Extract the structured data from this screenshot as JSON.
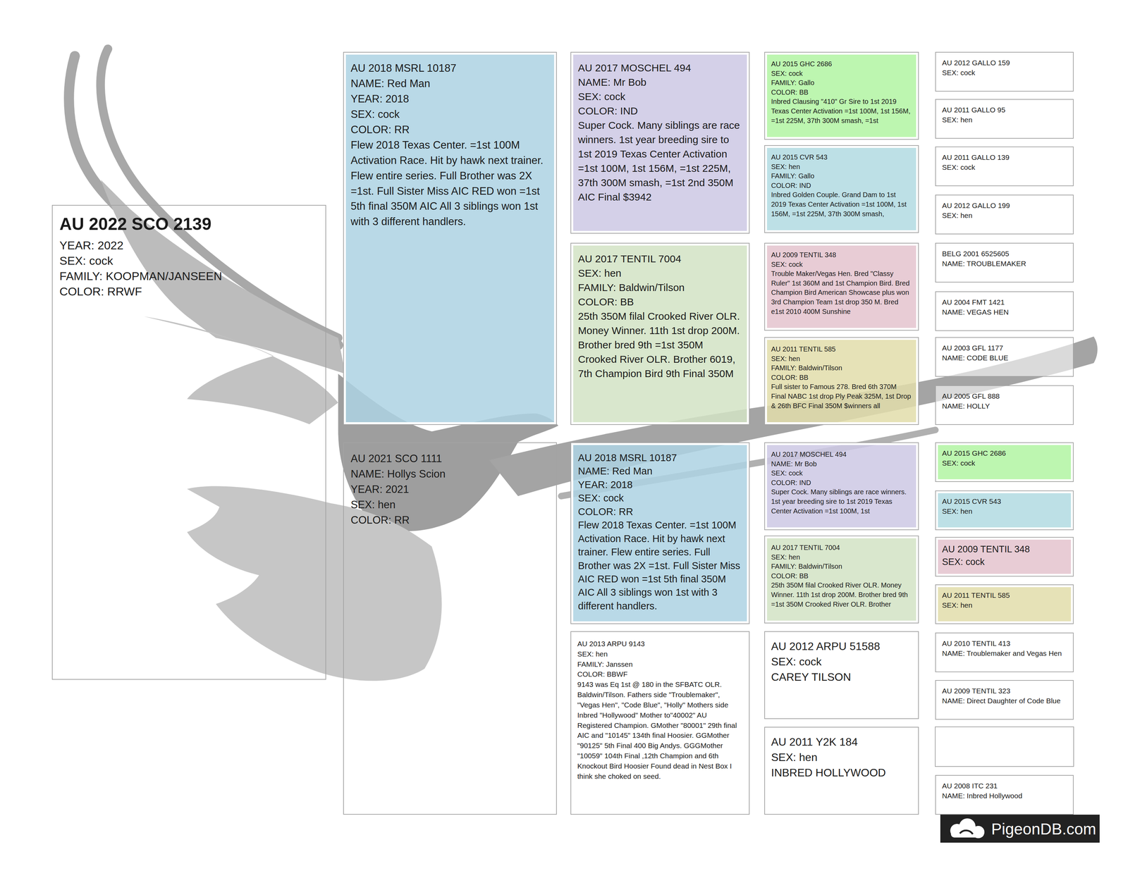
{
  "diagram": {
    "nodes": [
      {
        "text": [
          "AU 2022 SCO 2139",
          "YEAR: 2022",
          "SEX: cock",
          "FAMILY: KOOPMAN/JANSEEN",
          "COLOR: RRWF"
        ]
      },
      {
        "text": [
          "AU 2018 MSRL 10187",
          "NAME: Red Man",
          "YEAR: 2018",
          "SEX: cock",
          "COLOR: RR",
          "Flew 2018 Texas Center. =1st 100M Activation Race. Hit by hawk next trainer. Flew entire series. Full Brother was 2X =1st. Full Sister Miss AIC RED won =1st 5th final 350M AIC All 3 siblings won 1st with 3 different handlers."
        ]
      },
      {
        "text": [
          "AU 2021 SCO 1111",
          "NAME: Hollys Scion",
          "YEAR: 2021",
          "SEX: hen",
          "COLOR: RR"
        ]
      },
      {
        "text": [
          "AU 2017 MOSCHEL 494",
          "NAME: Mr Bob",
          "SEX: cock",
          "COLOR: IND",
          "Super Cock. Many siblings are race winners. 1st year breeding sire to 1st 2019 Texas Center Activation =1st 100M, 1st 156M, =1st 225M, 37th 300M smash, =1st 2nd 350M AIC Final $3942"
        ]
      },
      {
        "text": [
          "AU 2017 TENTIL 7004",
          "SEX: hen",
          "FAMILY: Baldwin/Tilson",
          "COLOR: BB",
          "25th 350M filal Crooked River OLR. Money Winner. 11th 1st drop 200M. Brother bred 9th =1st 350M Crooked River OLR. Brother 6019, 7th Champion Bird 9th Final 350M"
        ]
      },
      {
        "text": [
          "AU 2018 MSRL 10187",
          "NAME: Red Man",
          "YEAR: 2018",
          "SEX: cock",
          "COLOR: RR",
          "Flew 2018 Texas Center. =1st 100M Activation Race. Hit by hawk next trainer. Flew entire series. Full Brother was 2X =1st. Full Sister Miss AIC RED won =1st 5th final 350M AIC All 3 siblings won 1st with 3 different handlers."
        ]
      },
      {
        "text": [
          "AU 2013 ARPU 9143",
          "SEX: hen",
          "FAMILY: Janssen",
          "COLOR: BBWF",
          "9143 was Eq 1st @ 180 in the SFBATC OLR. Baldwin/Tilson. Fathers side \"Troublemaker\", \"Vegas Hen\", \"Code Blue\", \"Holly\" Mothers side Inbred \"Hollywood\" Mother to\"40002\" AU Registered Champion. GMother \"80001\" 29th final AIC and \"10145\" 134th final Hoosier. GGMother \"90125\" 5th Final 400 Big Andys. GGGMother \"10059\" 104th Final ,12th Champion and 6th Knockout Bird Hoosier Found dead in Nest Box I think she choked on seed."
        ]
      },
      {
        "text": [
          "AU 2015 GHC 2686",
          "SEX: cock",
          "FAMILY: Gallo",
          "COLOR: BB",
          "Inbred Clausing \"410\" Gr Sire to 1st 2019 Texas Center Activation =1st 100M, 1st 156M, =1st 225M, 37th 300M smash, =1st"
        ]
      },
      {
        "text": [
          "AU 2015 CVR 543",
          "SEX: hen",
          "FAMILY: Gallo",
          "COLOR: IND",
          "Inbred Golden Couple. Grand Dam to 1st 2019 Texas Center Activation =1st 100M, 1st 156M, =1st 225M, 37th 300M smash,"
        ]
      },
      {
        "text": [
          "AU 2009 TENTIL 348",
          "SEX: cock",
          "Trouble Maker/Vegas Hen. Bred \"Classy Ruler\" 1st 360M and 1st Champion Bird. Bred Champion Bird American Showcase plus won 3rd Champion Team 1st drop 350 M. Bred e1st 2010 400M Sunshine"
        ]
      },
      {
        "text": [
          "AU 2011 TENTIL 585",
          "SEX: hen",
          "FAMILY: Baldwin/Tilson",
          "COLOR: BB",
          "Full sister to Famous 278. Bred 6th 370M Final NABC 1st drop Ply Peak 325M, 1st Drop & 26th BFC Final 350M $winners all"
        ]
      },
      {
        "text": [
          "AU 2017 MOSCHEL 494",
          "NAME: Mr Bob",
          "SEX: cock",
          "COLOR: IND",
          "Super Cock. Many siblings are race winners. 1st year breeding sire to 1st 2019 Texas Center Activation =1st 100M, 1st"
        ]
      },
      {
        "text": [
          "AU 2017 TENTIL 7004",
          "SEX: hen",
          "FAMILY: Baldwin/Tilson",
          "COLOR: BB",
          "25th 350M filal Crooked River OLR. Money Winner. 11th 1st drop 200M. Brother bred 9th =1st 350M Crooked River OLR. Brother"
        ]
      },
      {
        "text": [
          "AU 2012 ARPU 51588",
          "SEX: cock",
          "CAREY TILSON"
        ]
      },
      {
        "text": [
          "AU 2011 Y2K 184",
          "SEX: hen",
          "INBRED HOLLYWOOD"
        ]
      },
      {
        "text": [
          "AU 2012 GALLO 159",
          "SEX: cock"
        ]
      },
      {
        "text": [
          "AU 2011 GALLO 95",
          "SEX: hen"
        ]
      },
      {
        "text": [
          "AU 2011 GALLO 139",
          "SEX: cock"
        ]
      },
      {
        "text": [
          "AU 2012 GALLO 199",
          "SEX: hen"
        ]
      },
      {
        "text": [
          "BELG 2001 6525605",
          "NAME: TROUBLEMAKER"
        ]
      },
      {
        "text": [
          "AU 2004 FMT 1421",
          "NAME: VEGAS HEN"
        ]
      },
      {
        "text": [
          "AU 2003 GFL 1177",
          "NAME: CODE BLUE"
        ]
      },
      {
        "text": [
          "AU 2005 GFL 888",
          "NAME: HOLLY"
        ]
      },
      {
        "text": [
          "AU 2015 GHC 2686",
          "SEX: cock"
        ]
      },
      {
        "text": [
          "AU 2015 CVR 543",
          "SEX: hen"
        ]
      },
      {
        "text": [
          "AU 2009 TENTIL 348",
          "SEX: cock"
        ]
      },
      {
        "text": [
          "AU 2011 TENTIL 585",
          "SEX: hen"
        ]
      },
      {
        "text": [
          "AU 2010 TENTIL 413",
          "NAME: Troublemaker and Vegas Hen"
        ]
      },
      {
        "text": [
          "AU 2009 TENTIL 323",
          "NAME: Direct Daughter of Code Blue"
        ]
      },
      {
        "text": [
          "AU 2008 ITC 231",
          "NAME: Inbred Hollywood"
        ]
      }
    ],
    "labels": [
      "PigeonDB.com"
    ]
  }
}
